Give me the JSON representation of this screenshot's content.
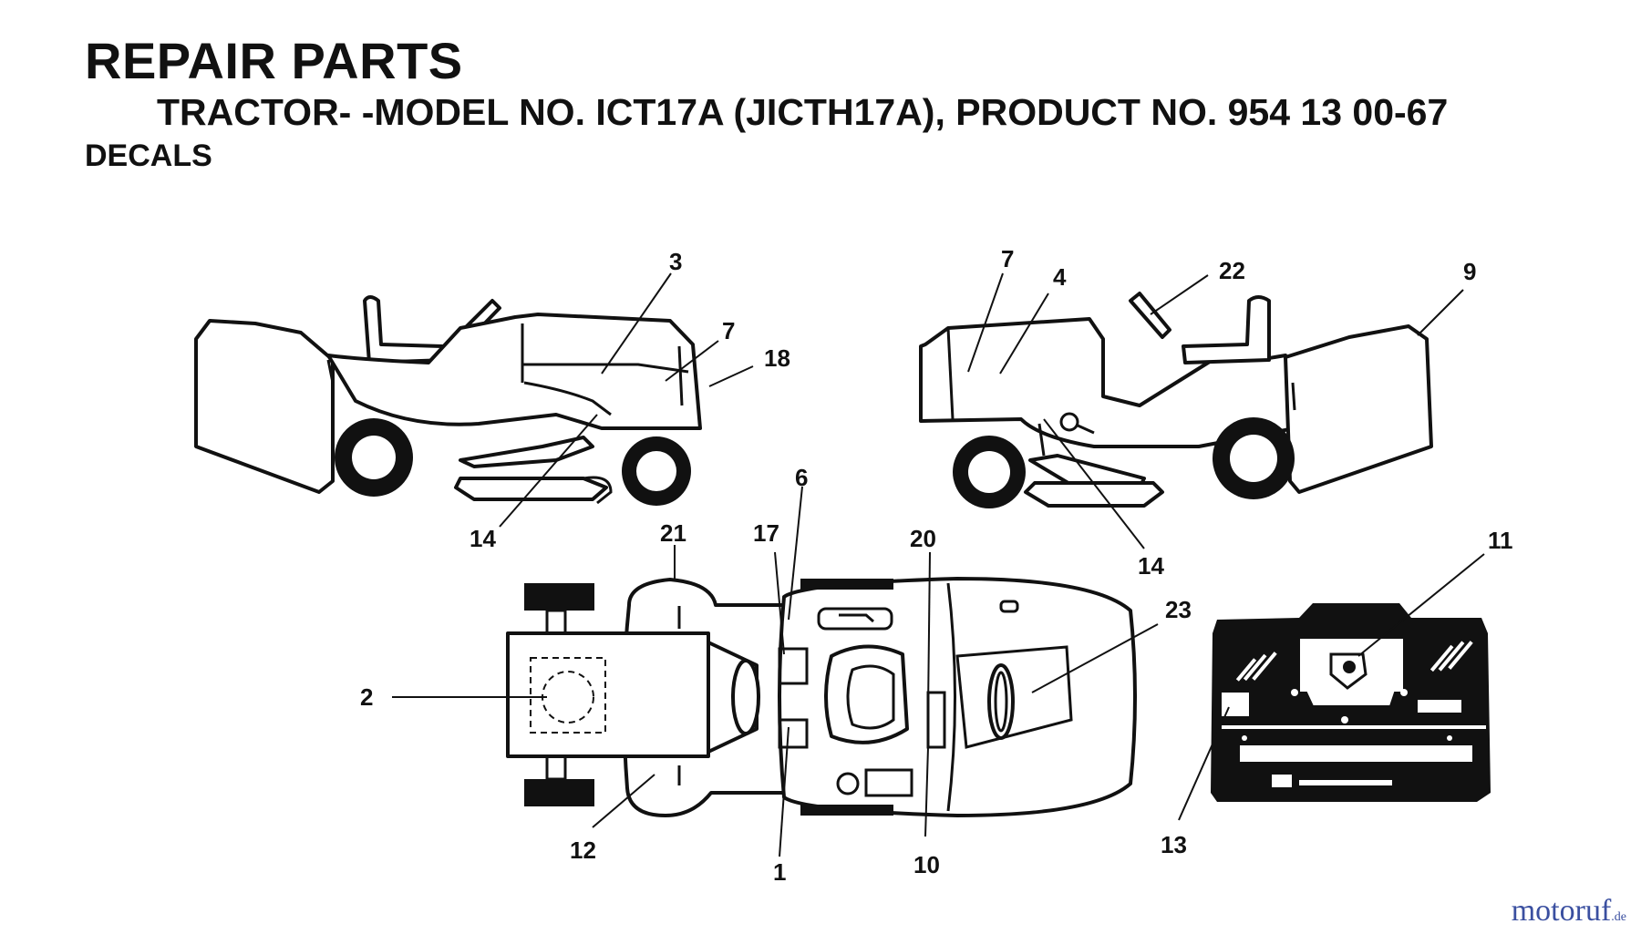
{
  "header": {
    "title": "REPAIR PARTS",
    "subtitle": "TRACTOR- -MODEL NO. ICT17A (JICTH17A), PRODUCT NO. 954 13 00-67",
    "section": "DECALS"
  },
  "callouts": [
    {
      "id": "c3",
      "label": "3"
    },
    {
      "id": "c7a",
      "label": "7"
    },
    {
      "id": "c18",
      "label": "18"
    },
    {
      "id": "c14a",
      "label": "14"
    },
    {
      "id": "c7b",
      "label": "7"
    },
    {
      "id": "c4",
      "label": "4"
    },
    {
      "id": "c22",
      "label": "22"
    },
    {
      "id": "c9",
      "label": "9"
    },
    {
      "id": "c14b",
      "label": "14"
    },
    {
      "id": "c6",
      "label": "6"
    },
    {
      "id": "c21",
      "label": "21"
    },
    {
      "id": "c17",
      "label": "17"
    },
    {
      "id": "c20",
      "label": "20"
    },
    {
      "id": "c2",
      "label": "2"
    },
    {
      "id": "c12",
      "label": "12"
    },
    {
      "id": "c1",
      "label": "1"
    },
    {
      "id": "c10",
      "label": "10"
    },
    {
      "id": "c23",
      "label": "23"
    },
    {
      "id": "c11",
      "label": "11"
    },
    {
      "id": "c13",
      "label": "13"
    }
  ],
  "watermark": {
    "main": "motoruf",
    "suffix": ".de"
  },
  "colors": {
    "ink": "#111111",
    "watermark": "#3a4fa0"
  }
}
